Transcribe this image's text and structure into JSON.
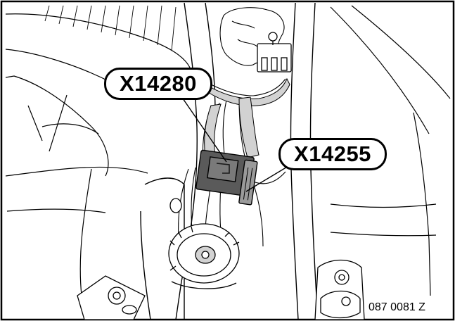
{
  "callouts": {
    "connector_1": "X14280",
    "connector_2": "X14255"
  },
  "figure_id": "087 0081 Z",
  "colors": {
    "line": "#000000",
    "background": "#ffffff",
    "connector_fill": "#5a5a5a",
    "harness_fill": "#c8c8c8"
  }
}
